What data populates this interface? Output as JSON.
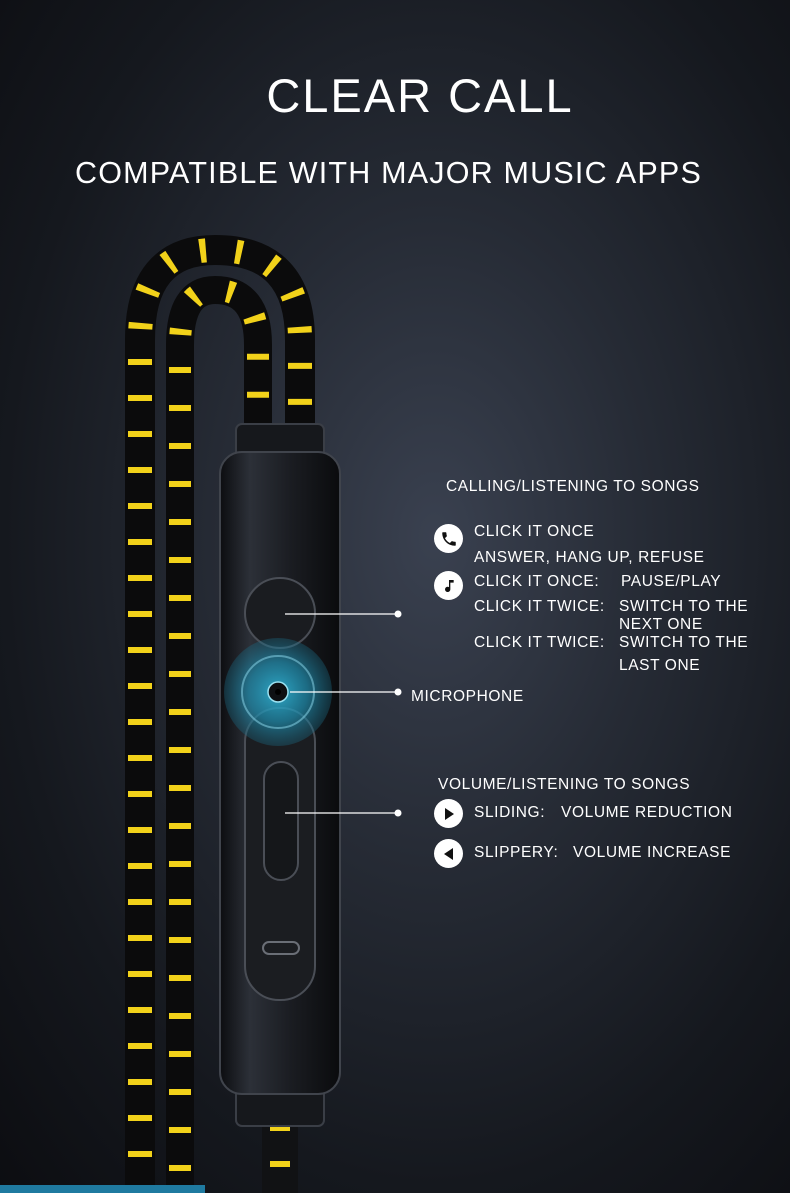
{
  "headline": "CLEAR CALL",
  "subheadline": "COMPATIBLE WITH MAJOR MUSIC APPS",
  "calling": {
    "title": "CALLING/LISTENING TO SONGS",
    "items": [
      {
        "icon": "phone-icon",
        "label": "CLICK IT ONCE",
        "value": "ANSWER, HANG UP, REFUSE"
      },
      {
        "icon": "music-note-icon",
        "label": "CLICK IT ONCE:",
        "value": "PAUSE/PLAY"
      },
      {
        "label": "CLICK IT TWICE:",
        "value_line1": "SWITCH TO THE",
        "value_line2": "NEXT ONE"
      },
      {
        "label": "CLICK IT TWICE:",
        "value_line1": "SWITCH TO THE",
        "value_line2": "LAST ONE"
      }
    ]
  },
  "microphone": {
    "label": "MICROPHONE"
  },
  "volume": {
    "title": "VOLUME/LISTENING TO SONGS",
    "items": [
      {
        "icon": "play-right-icon",
        "label": "SLIDING:",
        "value": "VOLUME REDUCTION"
      },
      {
        "icon": "play-left-icon",
        "label": "SLIPPERY:",
        "value": "VOLUME INCREASE"
      }
    ]
  },
  "colors": {
    "cable_stripe": "#f2d21a",
    "accent": "#29b5d6",
    "background": "#1b1f27"
  }
}
